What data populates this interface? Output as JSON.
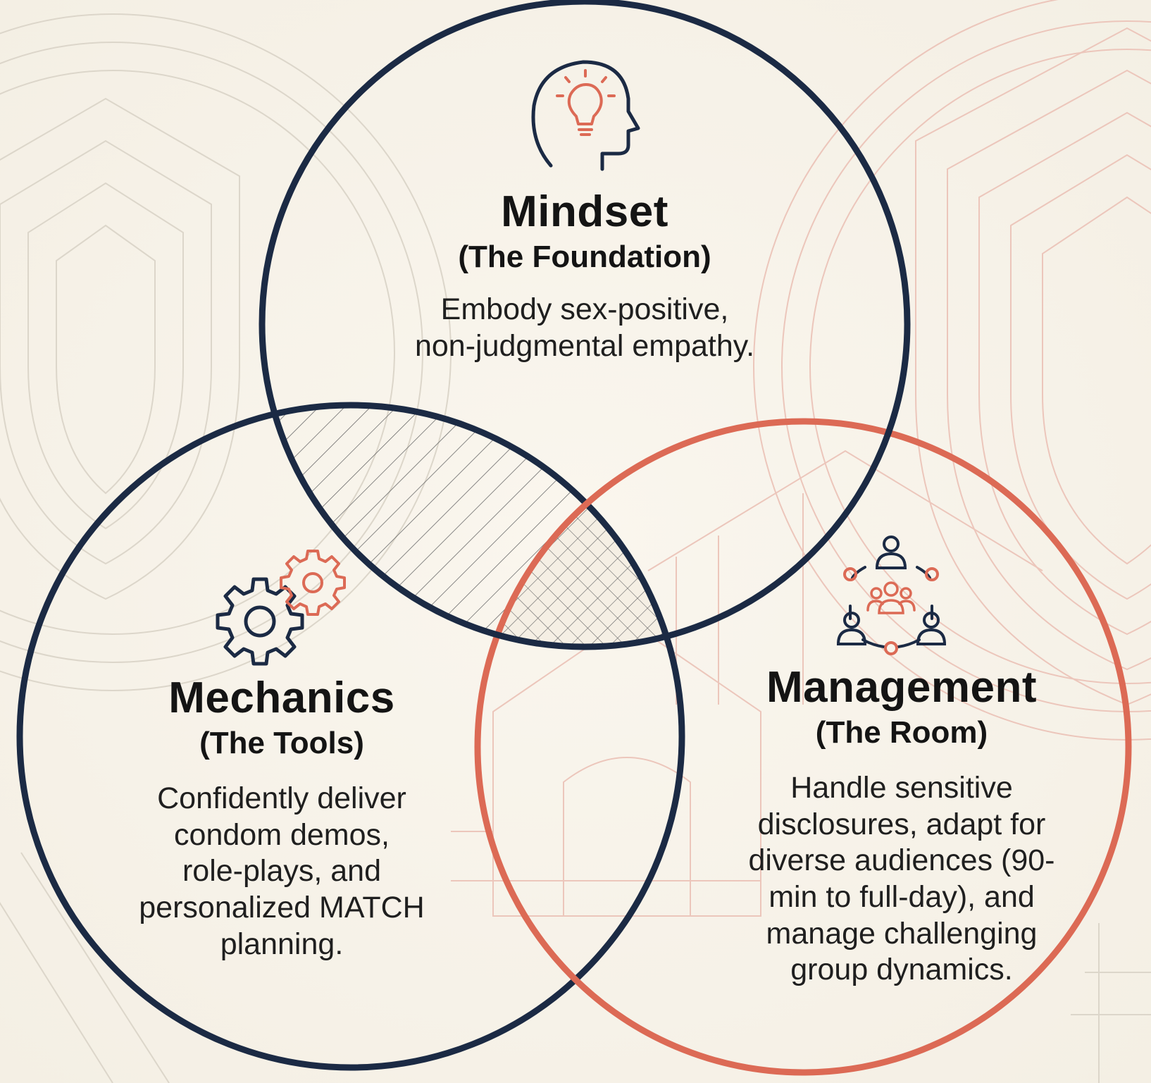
{
  "colors": {
    "background": "#f7f3ea",
    "navy": "#1b2a44",
    "coral": "#dc6a55",
    "text": "#141414",
    "watermark": "#d9d3c7",
    "watermark_coral": "#ecc2b6"
  },
  "circles": {
    "mindset": {
      "icon": "head-lightbulb-icon",
      "title": "Mindset",
      "subtitle": "(The Foundation)",
      "description": [
        "Embody sex-positive,",
        "non-judgmental empathy."
      ]
    },
    "mechanics": {
      "icon": "gears-icon",
      "title": "Mechanics",
      "subtitle": "(The Tools)",
      "description": [
        "Confidently deliver",
        "condom demos,",
        "role-plays, and",
        "personalized MATCH",
        "planning."
      ]
    },
    "management": {
      "icon": "group-network-icon",
      "title": "Management",
      "subtitle": "(The Room)",
      "description": [
        "Handle sensitive",
        "disclosures, adapt for",
        "diverse audiences (90-",
        "min to full-day), and",
        "manage challenging",
        "group dynamics."
      ]
    }
  }
}
